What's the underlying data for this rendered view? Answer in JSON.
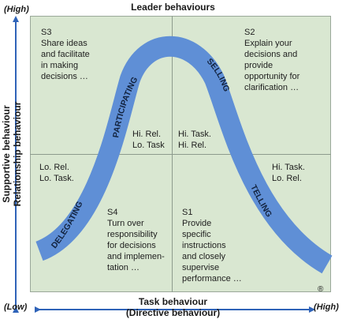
{
  "diagram": {
    "top_title": "Leader behaviours",
    "y_axis": {
      "label_line1": "Supportive behaviour",
      "label_line2": "Relationship behaviour",
      "high": "(High)",
      "low": "(Low)"
    },
    "x_axis": {
      "label_line1": "Task behaviour",
      "label_line2": "(Directive behaviour)",
      "high": "(High)"
    },
    "quadrants": {
      "s3": {
        "code": "S3",
        "text": "Share ideas\nand facilitate\nin making\ndecisions …"
      },
      "s2": {
        "code": "S2",
        "text": "Explain your\ndecisions and\nprovide\nopportunity for\nclarification …"
      },
      "s4": {
        "code": "S4",
        "text": "Turn over\nresponsibility\nfor decisions\nand implemen-\ntation …"
      },
      "s1": {
        "code": "S1",
        "text": "Provide\nspecific\ninstructions\nand closely\nsupervise\nperformance …"
      }
    },
    "levels": {
      "hi_rel_lo_task": {
        "line1": "Hi. Rel.",
        "line2": "Lo. Task"
      },
      "hi_task_hi_rel": {
        "line1": "Hi. Task.",
        "line2": "Hi. Rel."
      },
      "lo_rel_lo_task": {
        "line1": "Lo. Rel.",
        "line2": "Lo. Task."
      },
      "hi_task_lo_rel": {
        "line1": "Hi. Task.",
        "line2": "Lo. Rel."
      }
    },
    "curve_labels": {
      "delegating": "DELEGATING",
      "participating": "PARTICIPATING",
      "selling": "SELLING",
      "telling": "TELLING"
    },
    "registered_mark": "®",
    "colors": {
      "quadrant_fill": "#d9e7d1",
      "curve": "#5f8fd6",
      "arrow": "#2f63b8"
    }
  }
}
